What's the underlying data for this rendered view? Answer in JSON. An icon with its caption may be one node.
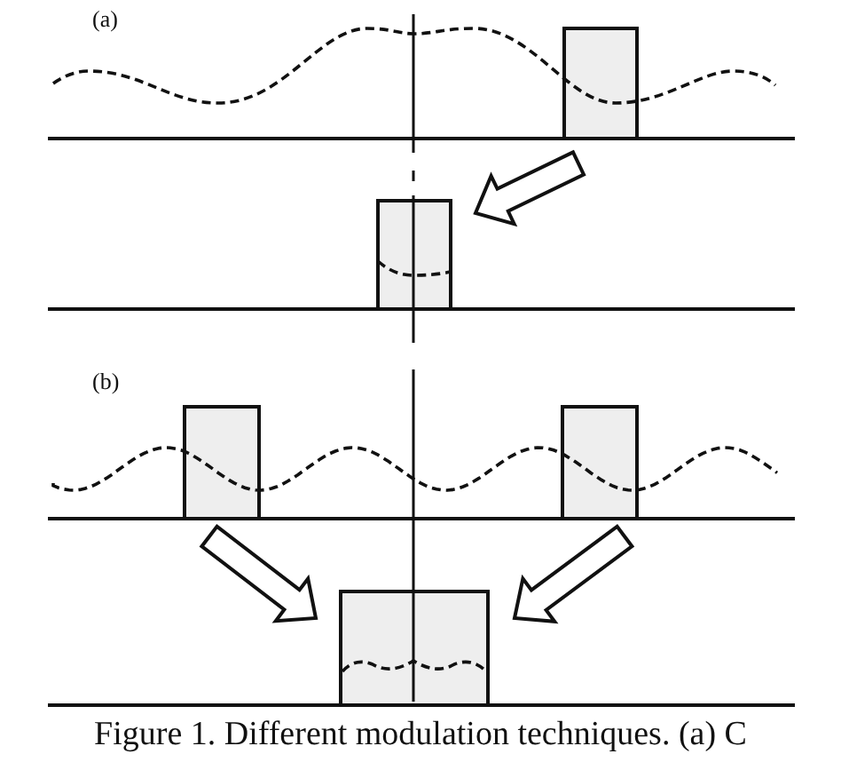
{
  "diagram": {
    "caption": "Figure 1. Different modulation techniques. (a) C",
    "nodes": [
      {
        "text": [],
        "shape": "box"
      },
      {
        "text": [],
        "shape": "box"
      },
      {
        "text": [],
        "shape": "box"
      },
      {
        "text": [],
        "shape": "box"
      },
      {
        "text": [],
        "shape": "box"
      }
    ],
    "edges": [
      {
        "from": 0,
        "to": 1,
        "arrow": "to"
      },
      {
        "from": 2,
        "to": 4,
        "arrow": "to"
      },
      {
        "from": 3,
        "to": 4,
        "arrow": "to"
      }
    ],
    "labels": [
      "(a)",
      "(b)"
    ]
  }
}
